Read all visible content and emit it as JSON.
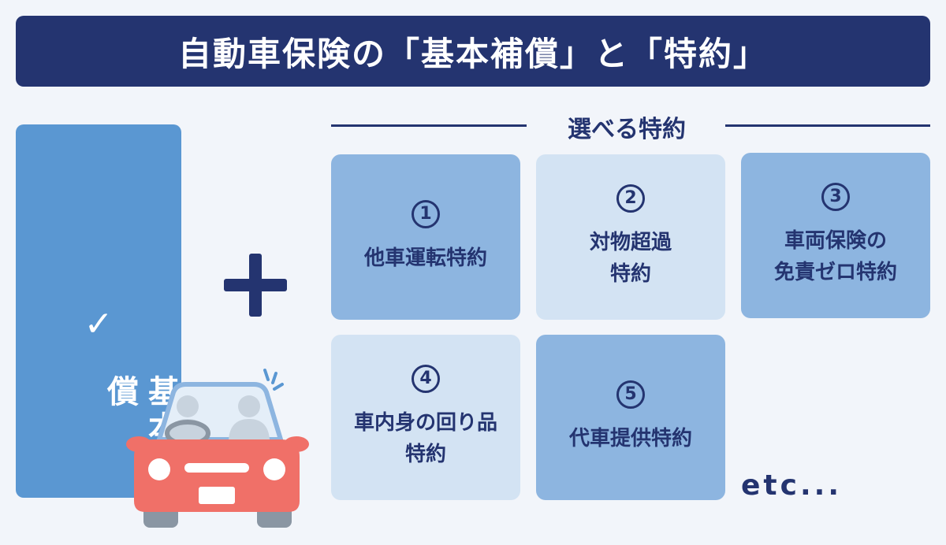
{
  "title": "自動車保険の「基本補償」と「特約」",
  "basic": {
    "check": "✓",
    "label": "基本補償"
  },
  "options_heading": "選べる特約",
  "cards": [
    {
      "num": "1",
      "name": "他車運転特約"
    },
    {
      "num": "2",
      "name": "対物超過\n特約"
    },
    {
      "num": "3",
      "name": "車両保険の\n免責ゼロ特約"
    },
    {
      "num": "4",
      "name": "車内身の回り品\n特約"
    },
    {
      "num": "5",
      "name": "代車提供特約"
    }
  ],
  "etc": "etc...",
  "colors": {
    "navy": "#243470",
    "basic_blue": "#5a97d2",
    "card_dark": "#8db5e0",
    "card_light": "#d3e3f3",
    "car_red": "#f07068"
  },
  "icons": [
    "check-icon",
    "plus-icon",
    "car-illustration"
  ]
}
